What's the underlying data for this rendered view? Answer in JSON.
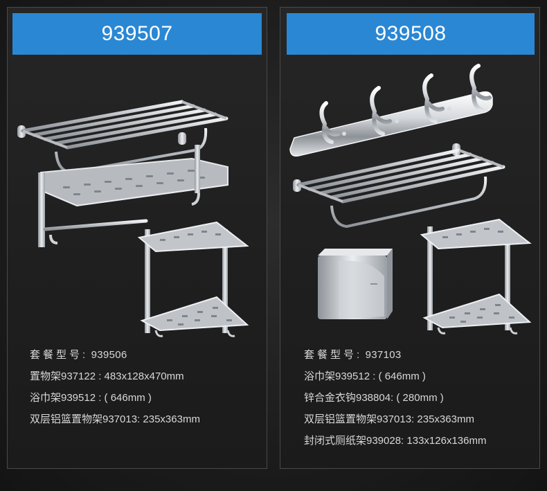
{
  "colors": {
    "banner": "#2a87d4",
    "panel_border": "#4a4a4a",
    "text": "#d8d8d8",
    "steel": "#c9ccd0"
  },
  "left": {
    "banner": "939507",
    "products": [
      "towel-rack-with-shelf-icon",
      "corner-basket-icon"
    ],
    "combo": {
      "label": "套餐型号:",
      "value": "939506"
    },
    "specs": [
      "置物架937122 : 483x128x470mm",
      "浴巾架939512 : ( 646mm )",
      "双层铝篮置物架937013: 235x363mm"
    ]
  },
  "right": {
    "banner": "939508",
    "products": [
      "robe-hook-rail-icon",
      "towel-rack-icon",
      "toilet-paper-holder-icon",
      "corner-basket-icon"
    ],
    "combo": {
      "label": "套餐型号:",
      "value": "937103"
    },
    "specs": [
      "浴巾架939512 : ( 646mm )",
      "锌合金衣钩938804: ( 280mm )",
      "双层铝篮置物架937013: 235x363mm",
      "封闭式厕纸架939028: 133x126x136mm"
    ]
  }
}
